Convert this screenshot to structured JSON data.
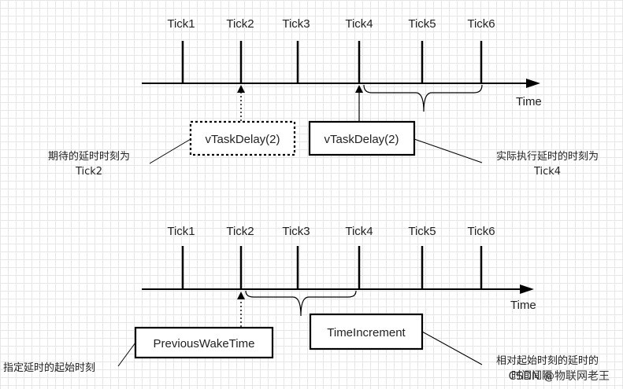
{
  "top_timeline": {
    "ticks": [
      "Tick1",
      "Tick2",
      "Tick3",
      "Tick4",
      "Tick5",
      "Tick6"
    ],
    "axis_label": "Time",
    "expected_box": "vTaskDelay(2)",
    "actual_box": "vTaskDelay(2)",
    "expected_note": [
      "期待的延时时刻为",
      "Tick2"
    ],
    "actual_note": [
      "实际执行延时的时刻为",
      "Tick4"
    ]
  },
  "bottom_timeline": {
    "ticks": [
      "Tick1",
      "Tick2",
      "Tick3",
      "Tick4",
      "Tick5",
      "Tick6"
    ],
    "axis_label": "Time",
    "wake_box": "PreviousWakeTime",
    "increment_box": "TimeIncrement",
    "wake_note": "指定延时的起始时刻",
    "increment_note": [
      "相对起始时刻的延时的",
      "时间间隔"
    ]
  },
  "watermark": "CSDN @物联网老王",
  "colors": {
    "stroke": "#000000",
    "text": "#222222",
    "grid": "#e6e6e6"
  }
}
